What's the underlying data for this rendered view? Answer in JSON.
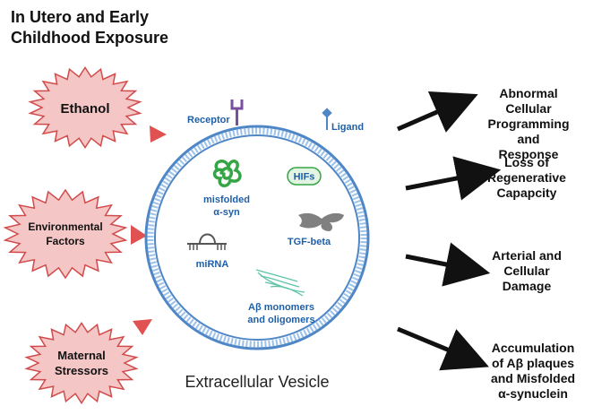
{
  "title": [
    "In Utero and Early",
    "Childhood Exposure"
  ],
  "exposures": [
    {
      "lines": [
        "Ethanol"
      ]
    },
    {
      "lines": [
        "Environmental",
        "Factors"
      ]
    },
    {
      "lines": [
        "Maternal",
        "Stressors"
      ]
    }
  ],
  "vesicle": {
    "caption": "Extracellular Vesicle",
    "receptor_label": "Receptor",
    "ligand_label": "Ligand",
    "cargo": {
      "misfolded": [
        "misfolded",
        "α-syn"
      ],
      "hifs": "HIFs",
      "tgf": "TGF-beta",
      "mirna": "miRNA",
      "abeta": [
        "Aβ monomers",
        "and oligomers"
      ]
    }
  },
  "outcomes": [
    {
      "lines": [
        "Abnormal",
        "Cellular",
        "Programming",
        "and",
        "Response"
      ]
    },
    {
      "lines": [
        "Loss of",
        "Regenerative",
        "Capapcity"
      ]
    },
    {
      "lines": [
        "Arterial and",
        "Cellular",
        "Damage"
      ]
    },
    {
      "lines": [
        "Accumulation",
        "of Aβ plaques",
        "and Misfolded",
        "α-synuclein"
      ]
    }
  ],
  "colors": {
    "starburst_fill": "#f4c6c6",
    "starburst_stroke": "#d24b4b",
    "triangle": "#e05252",
    "membrane": "#4f86c6",
    "label_blue": "#1f5fa8",
    "green": "#35a545",
    "arrow": "#111111"
  }
}
